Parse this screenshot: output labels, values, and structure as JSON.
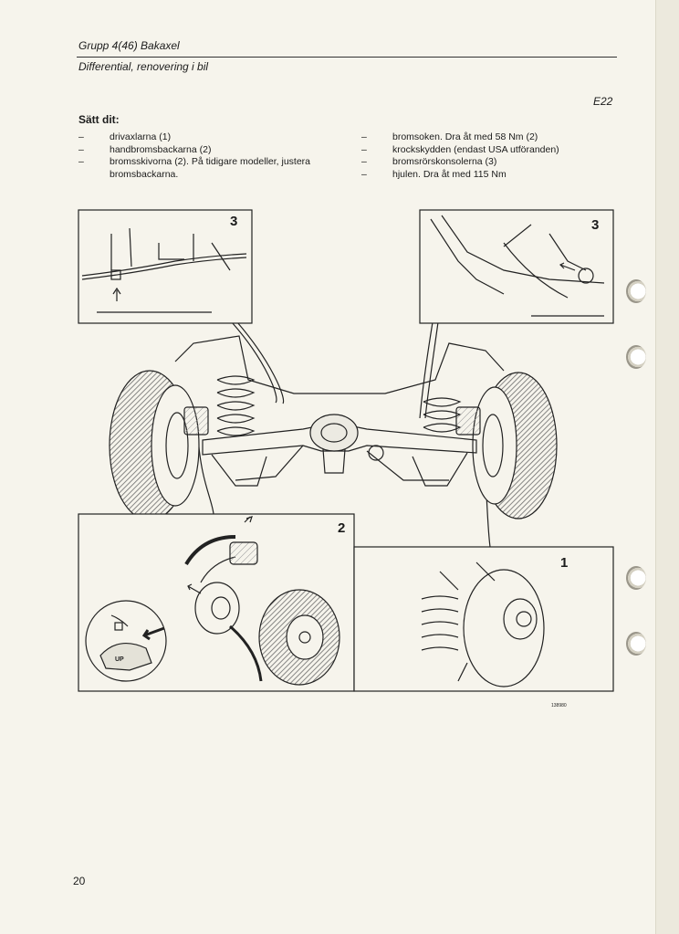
{
  "header": {
    "group_title": "Grupp 4(46) Bakaxel",
    "section_title": "Differential, renovering i bil",
    "page_code": "E22"
  },
  "step": {
    "title": "Sätt dit:",
    "left_items": [
      "drivaxlarna (1)",
      "handbromsbackarna (2)",
      "bromsskivorna (2). På tidigare modeller, justera bromsbackarna."
    ],
    "right_items": [
      "bromsoken. Dra åt med 58 Nm (2)",
      "krockskydden (endast USA utföranden)",
      "bromsrörskonsolerna (3)",
      "hjulen. Dra åt med 115 Nm"
    ]
  },
  "figure": {
    "callouts": {
      "top_left": "3",
      "top_right": "3",
      "bottom_left": "2",
      "bottom_right": "1"
    },
    "caliper_stamp": "UP",
    "reference_number": "138980"
  },
  "footer": {
    "page_number": "20"
  },
  "colors": {
    "paper": "#f6f4ec",
    "ink": "#1b1b1b"
  }
}
